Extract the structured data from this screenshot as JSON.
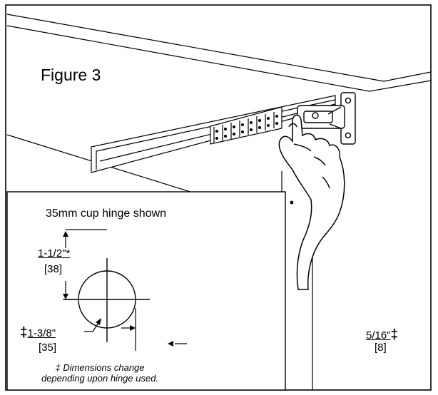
{
  "figure_title": "Figure 3",
  "inset": {
    "title": "35mm cup hinge shown",
    "dim_cup_offset": {
      "imperial": "1-1/2\"*",
      "metric": "[38]"
    },
    "dim_cup_diameter": {
      "dagger": "‡",
      "imperial": "1-3/8\"",
      "metric": "[35]"
    },
    "dim_edge_offset": {
      "imperial": "5/16\"",
      "dagger": "‡",
      "metric": "[8]"
    },
    "note": {
      "dagger": "‡",
      "line1": "Dimensions change",
      "line2": "depending upon hinge used."
    }
  },
  "colors": {
    "line": "#000000",
    "background": "#ffffff"
  }
}
